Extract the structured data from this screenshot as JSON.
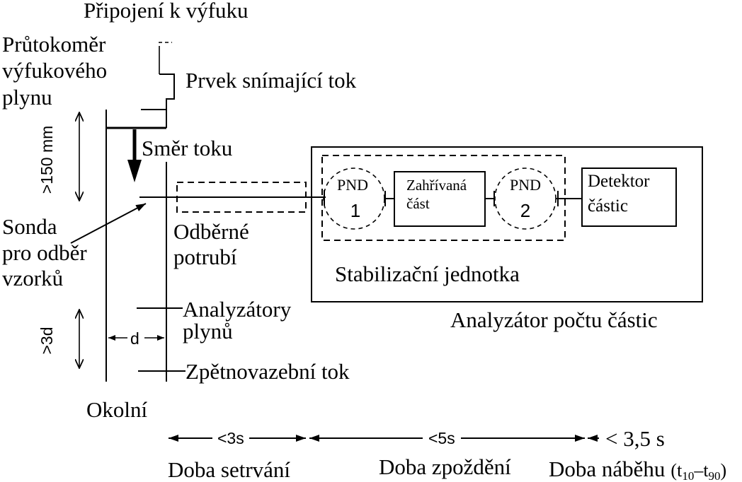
{
  "exhaust_connection": "Připojení k výfuku",
  "flow_meter": {
    "lines": [
      "Průtokoměr",
      "výfukového",
      "plynu"
    ]
  },
  "flow_sensing_element": "Prvek snímající tok",
  "flow_direction": "Směr toku",
  "dimensions": {
    "probe_height": ">150 mm",
    "probe_spacing": ">3d",
    "diameter": "d"
  },
  "sampling_probe": {
    "lines": [
      "Sonda",
      "pro odběr",
      "vzorků"
    ]
  },
  "transfer_tube": {
    "lines": [
      "Odběrné",
      "potrubí"
    ]
  },
  "particle_counter": {
    "title": "Analyzátor počtu částic",
    "stabilization_unit": "Stabilizační jednotka",
    "pnd1": {
      "label": "PND",
      "number": "1"
    },
    "heated_section": {
      "lines": [
        "Zahřívaná",
        "část"
      ]
    },
    "pnd2": {
      "label": "PND",
      "number": "2"
    },
    "detector": {
      "lines": [
        "Detektor",
        "částic"
      ]
    }
  },
  "gas_analyzers": {
    "lines": [
      "Analyzátory",
      "plynů"
    ]
  },
  "feedback_flow": "Zpětnovazební tok",
  "ambient": "Okolní",
  "timeline": {
    "residence": {
      "limit": "<3s",
      "label": "Doba setrvání"
    },
    "delay": {
      "limit": "<5s",
      "label": "Doba zpoždění"
    },
    "rise": {
      "limit": "< 3,5 s",
      "label": "Doba náběhu",
      "notation": {
        "open": "(t",
        "sub_start": "10",
        "dash": "–t",
        "sub_end": "90",
        "close": ")"
      }
    }
  }
}
